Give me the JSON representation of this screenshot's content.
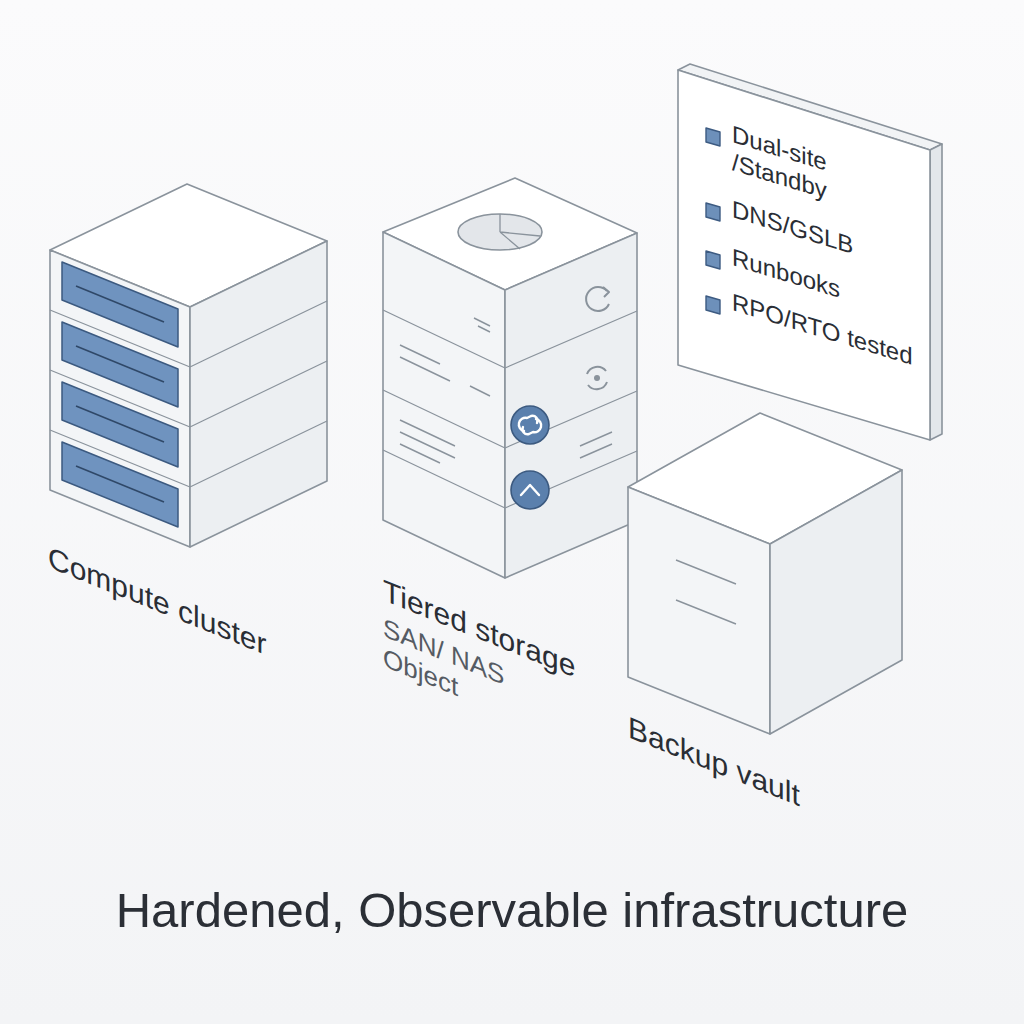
{
  "diagram": {
    "title": "Hardened, Observable infrastructure",
    "nodes": [
      {
        "text": [
          "Compute cluster"
        ]
      },
      {
        "text": [
          "Tiered storage",
          "SAN/ NAS Object"
        ]
      },
      {
        "text": [
          "Dual-site /Standby",
          "DNS/GSLB",
          "Runbooks",
          "RPO/RTO tested"
        ]
      },
      {
        "text": [
          "Backup vault"
        ]
      }
    ]
  }
}
